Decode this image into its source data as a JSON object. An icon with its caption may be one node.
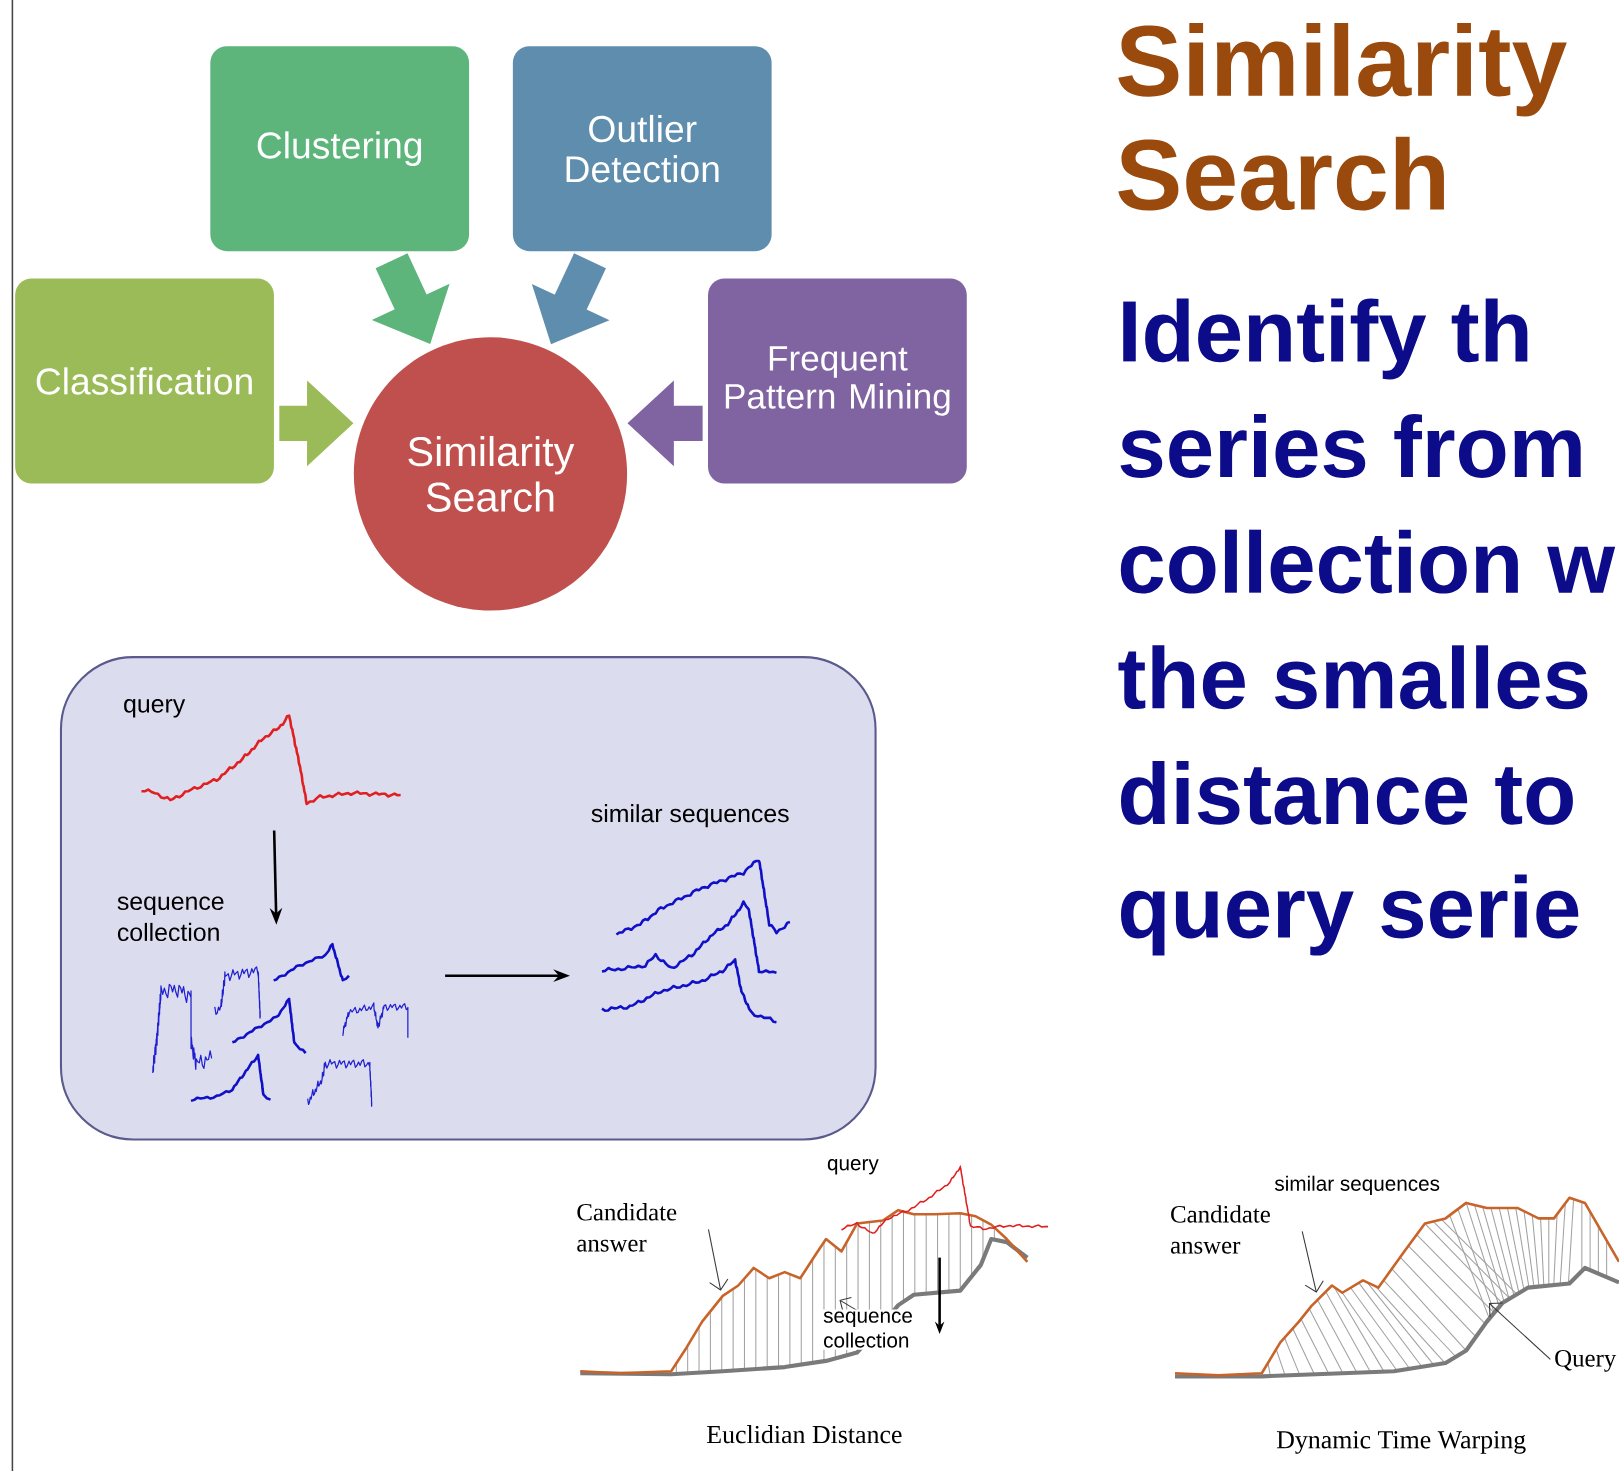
{
  "diagram": {
    "title": "Similarity Search",
    "nodes": [
      {
        "text": [
          "Clustering"
        ]
      },
      {
        "text": [
          "Outlier Detection"
        ]
      },
      {
        "text": [
          "Classification"
        ]
      },
      {
        "text": [
          "Similarity Search"
        ]
      },
      {
        "text": [
          "Frequent Pattern Mining"
        ]
      },
      {
        "text": [],
        "shape": "box"
      },
      {
        "text": [],
        "shape": "picture",
        "beside": [
          "query"
        ],
        "in": 5
      },
      {
        "text": [],
        "shape": "picture",
        "beside": [
          "sequence collection"
        ],
        "in": 5
      },
      {
        "text": [],
        "shape": "picture",
        "beside": [
          "similar sequences"
        ],
        "in": 5
      },
      {
        "text": [
          "Candidate answer"
        ]
      },
      {
        "text": [
          "Candidate answer"
        ]
      },
      {
        "text": [
          "Query"
        ]
      }
    ],
    "edges": [
      {
        "from": 0,
        "to": 3,
        "arrow": "to",
        "style": "thick",
        "color": "#5db57b"
      },
      {
        "from": 1,
        "to": 3,
        "arrow": "to",
        "style": "thick",
        "color": "#5f8dae"
      },
      {
        "from": 2,
        "to": 3,
        "arrow": "to",
        "style": "thick",
        "color": "#9bbb59"
      },
      {
        "from": 4,
        "to": 3,
        "arrow": "to",
        "style": "thick",
        "color": "#8064a2"
      },
      {
        "from": 6,
        "to": 7,
        "arrow": "to"
      },
      {
        "from": 7,
        "to": 8,
        "arrow": "to"
      },
      {
        "from": 9,
        "to": null,
        "arrow": "to"
      },
      {
        "from": 10,
        "to": null,
        "arrow": "to"
      },
      {
        "from": 11,
        "to": null,
        "arrow": "to"
      }
    ],
    "labels": [
      "Identify th",
      "series from",
      "collection w",
      "the smalles",
      "distance to",
      "query serie",
      "query",
      "sequence collection",
      "Euclidian Distance",
      "similar sequences",
      "Dynamic Time Warping"
    ]
  }
}
